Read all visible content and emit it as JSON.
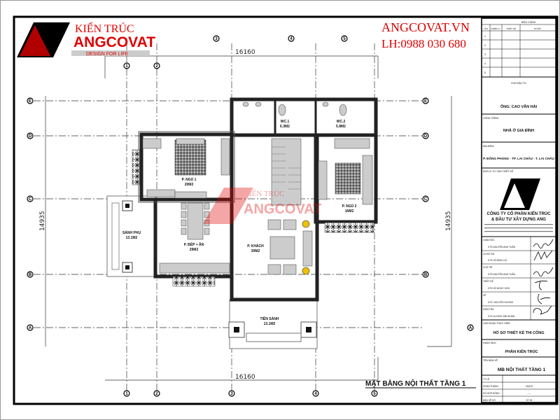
{
  "branding": {
    "logo_line1": "KIẾN TRÚC",
    "logo_line2": "ANGCOVAT",
    "logo_tagline": "DESIGN FOR LIFE",
    "watermark_site": "ANGCOVAT.VN",
    "watermark_phone": "LH:0988 030 680",
    "center_watermark_top": "KIẾN TRÚC",
    "center_watermark": "ANGCOVAT",
    "brand_red": "#e00000"
  },
  "plan": {
    "title": "MẶT BẰNG NỘI THẤT TẦNG 1",
    "dim_width_top": "16160",
    "dim_width_bottom": "16160",
    "dim_height_left": "14935",
    "dim_height_right": "14935",
    "axes_columns": [
      "1",
      "2",
      "3",
      "4",
      "5"
    ],
    "axes_rows": [
      "E",
      "D",
      "C",
      "B",
      "A"
    ],
    "rooms": [
      {
        "name": "P. NGỦ 1",
        "area": "20M2"
      },
      {
        "name": "WC.1",
        "area": "6.3M2"
      },
      {
        "name": "WC.2",
        "area": "5.8M2"
      },
      {
        "name": "P. NGỦ 2",
        "area": "16M2"
      },
      {
        "name": "P. BẾP + ĂN",
        "area": "29M2"
      },
      {
        "name": "P. KHÁCH",
        "area": "30M2"
      },
      {
        "name": "SẢNH PHỤ",
        "area": "13.1M2"
      },
      {
        "name": "TIỀN SẢNH",
        "area": "13.1M2"
      }
    ]
  },
  "title_block": {
    "revision_header": "HIỆU CHỈNH",
    "revision_columns": [
      "LẦN",
      "N.ĐIỀU.V.",
      "THIẾT KẾ",
      "DUYỆT"
    ],
    "revision_rows": [
      "1",
      "2",
      "3",
      "4",
      "5"
    ],
    "owner_label": "CHỦ ĐẦU TƯ",
    "owner": "ÔNG: CAO VĂN HẢI",
    "project_label": "CÔNG TRÌNH",
    "project": "NHÀ Ở GIA ĐÌNH",
    "location_label": "ĐỊA ĐIỂM",
    "location": "P. ĐÔNG PHONG - TP. LAI CHÂU - T. LAI CHÂU",
    "consultant_label": "ĐƠN VỊ TƯ VẤN THIẾT KẾ",
    "company_line1": "CÔNG TY CỔ PHẦN KIẾN TRÚC",
    "company_line2": "& ĐẦU TƯ XÂY DỰNG ANG",
    "staff": [
      {
        "role": "GIÁM ĐỐC",
        "name": "KTS.NGUYỄN ANH TUẤN"
      },
      {
        "role": "CN ĐỒ ÁN",
        "name": "KTS.VŨ ĐÌNH LỢI"
      },
      {
        "role": "CHỦ TRÌ",
        "name": "KTS.NGUYỄN ANH TUẤN"
      },
      {
        "role": "THIẾT KẾ",
        "name": "KTS.VŨ NGỌC SƠN"
      },
      {
        "role": "VẼ",
        "name": "KTS. NGUYỄN HƯƠNG"
      },
      {
        "role": "KIỂM TRA",
        "name": "KTS.VƯƠNG VĂN ĐOÀN"
      }
    ],
    "phase_label": "GIAI ĐOẠN THỰC HIỆN",
    "phase": "HỒ SƠ THIẾT KẾ THI CÔNG",
    "category_label": "HẠNG MỤC",
    "category": "PHẦN KIẾN TRÚC",
    "drawing_name_label": "TÊN BẢN VẼ",
    "drawing_name": "MB NỘI THẤT TẦNG 1",
    "scale_label": "TỶ LỆ",
    "completed_label": "HOÀN THÀNH",
    "completed": "9Q219",
    "contract_label": "SỐ HỢP ĐỒNG",
    "contract": "--.--",
    "sheet_label": "BẢN VẼ SỐ",
    "sheet": "KT-03"
  }
}
